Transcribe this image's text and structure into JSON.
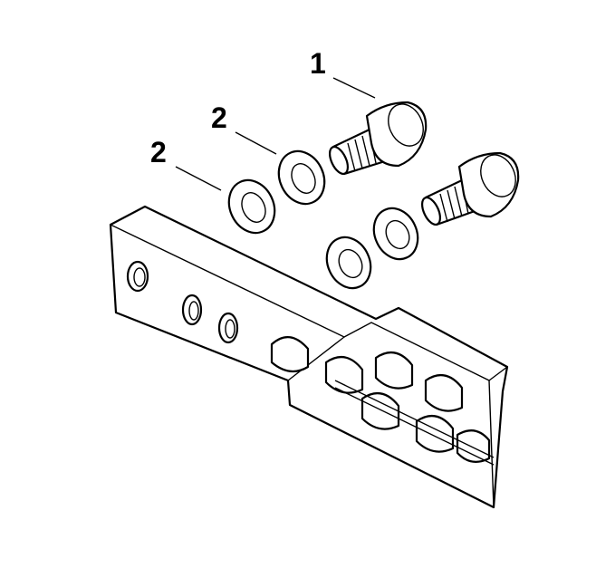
{
  "callouts": [
    {
      "label": "1",
      "part": "screw"
    },
    {
      "label": "2",
      "part": "washer"
    },
    {
      "label": "2",
      "part": "washer"
    }
  ]
}
